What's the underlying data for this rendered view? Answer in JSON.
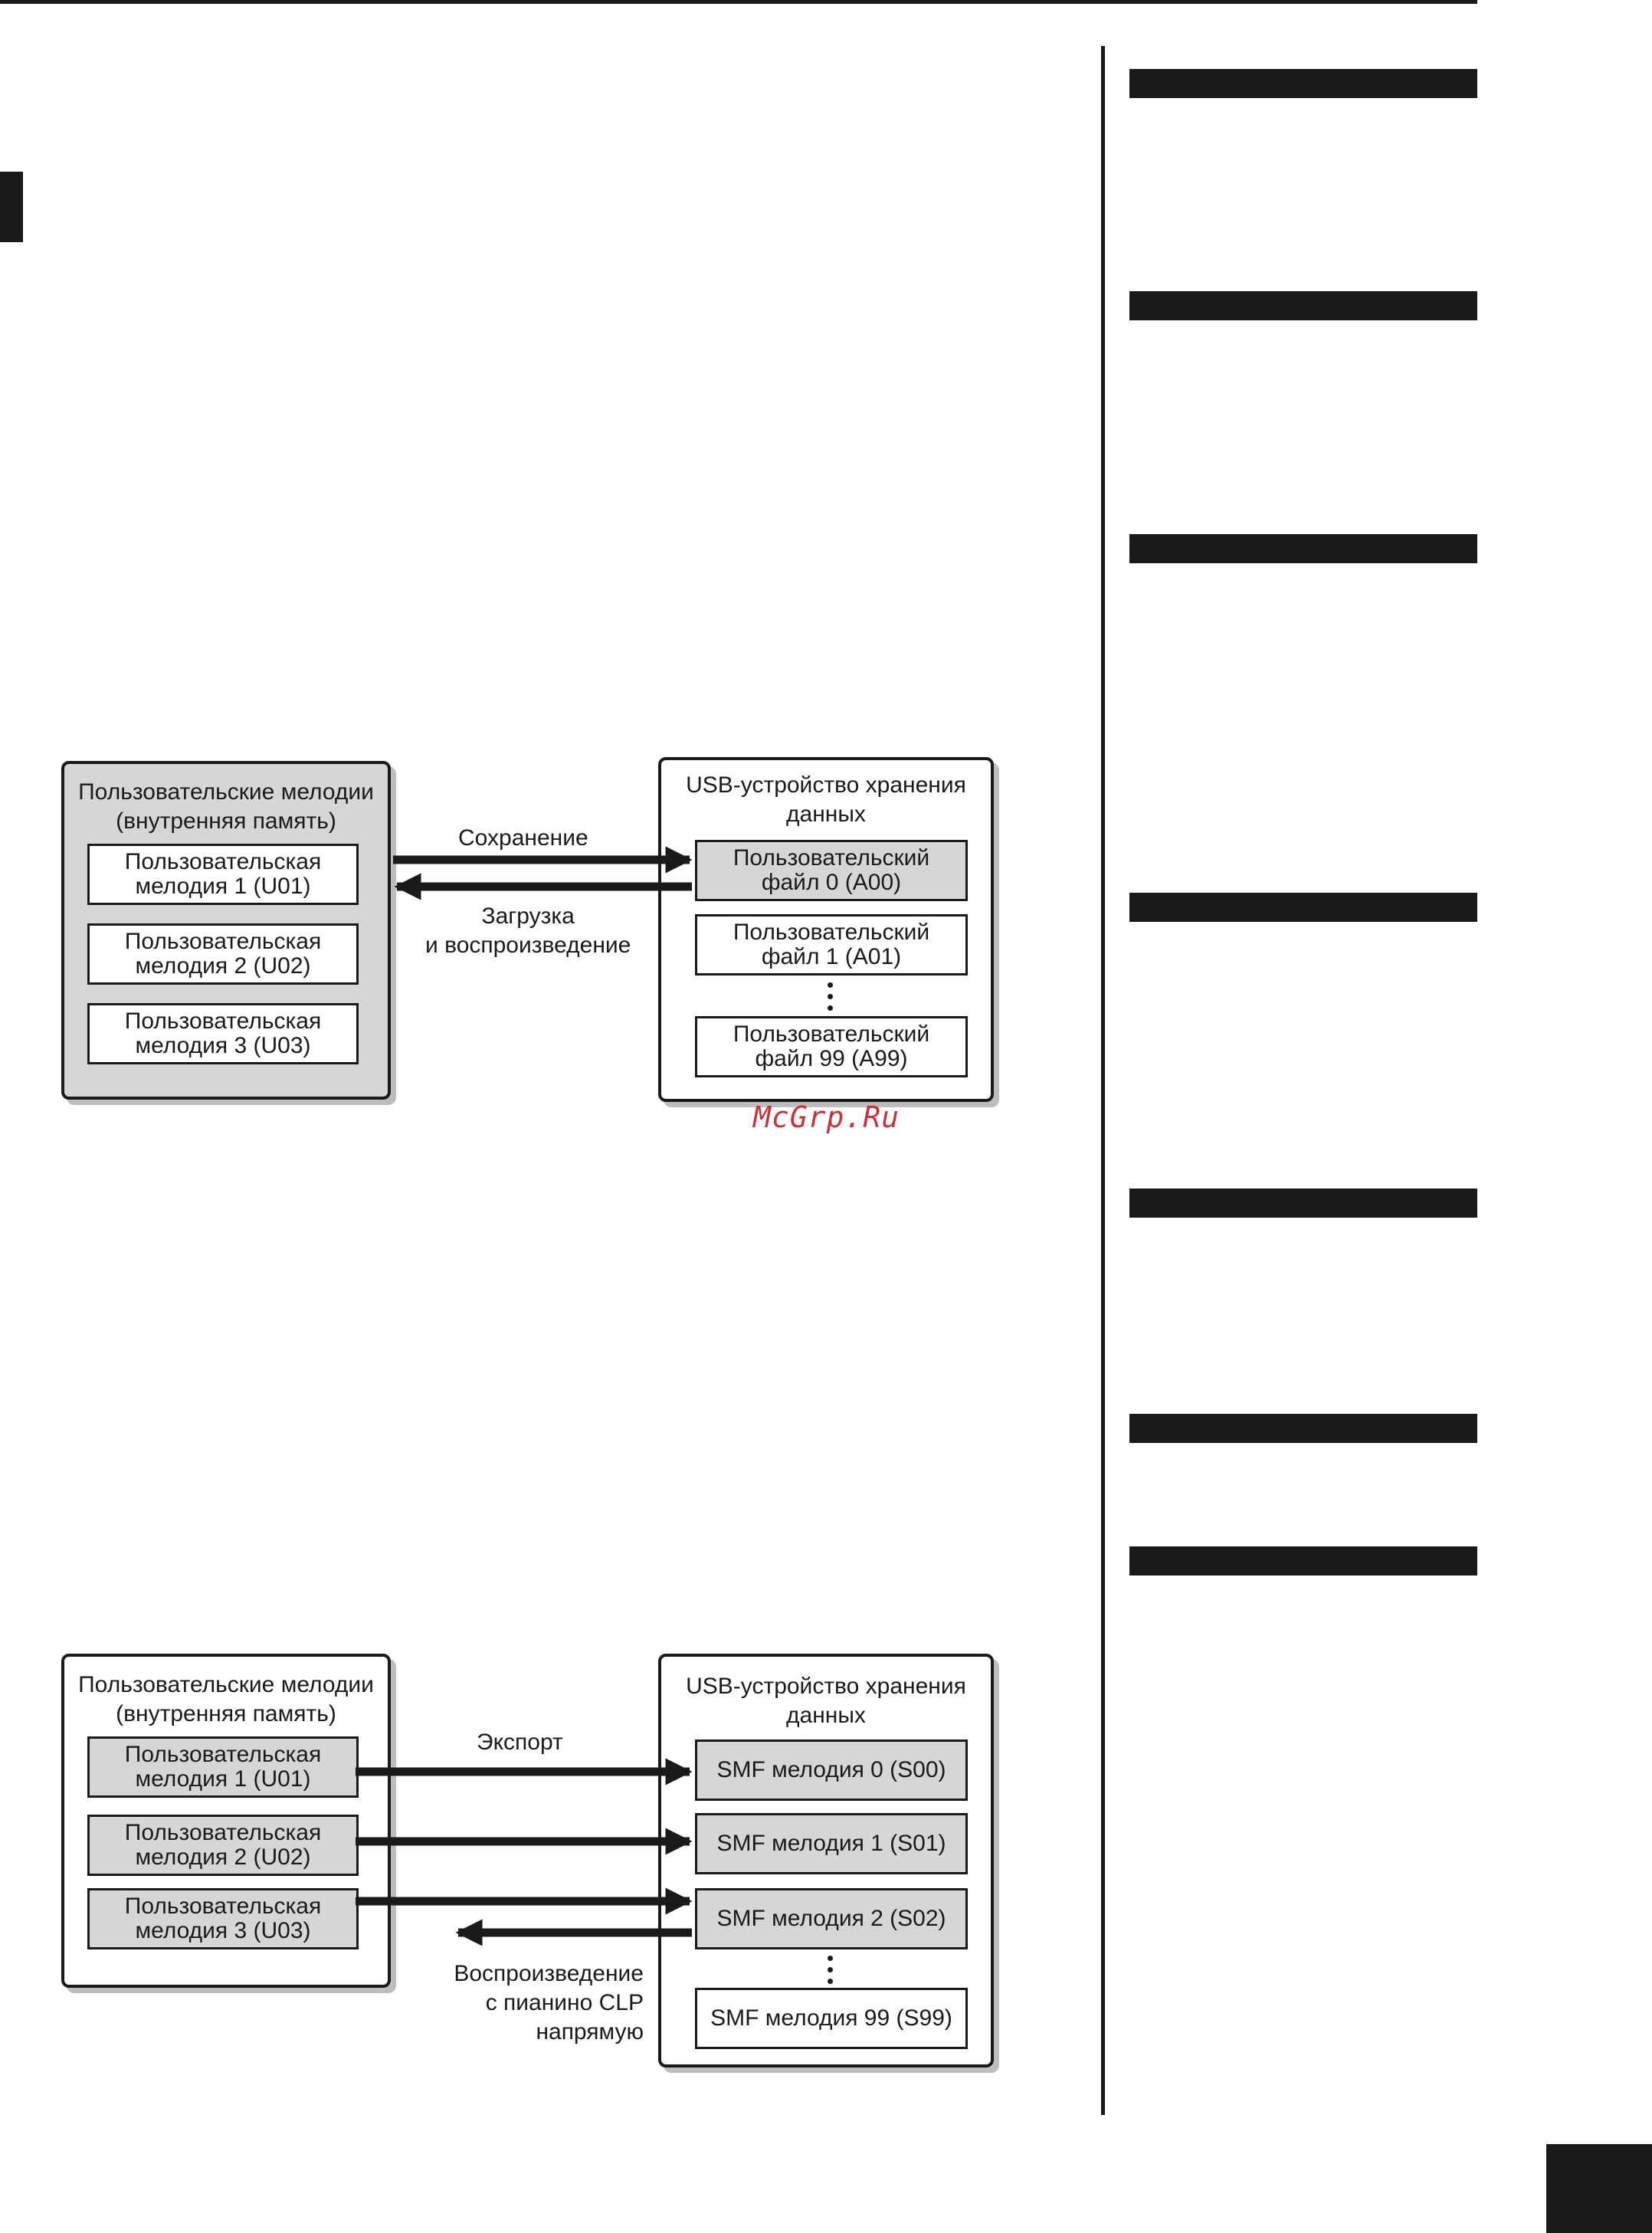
{
  "diagram1": {
    "left_title": "Пользовательские мелодии\n(внутренняя память)",
    "left_items": [
      "Пользовательская\nмелодия 1 (U01)",
      "Пользовательская\nмелодия 2 (U02)",
      "Пользовательская\nмелодия 3 (U03)"
    ],
    "right_title": "USB-устройство хранения\nданных",
    "right_items": [
      "Пользовательский\nфайл 0 (A00)",
      "Пользовательский\nфайл 1 (A01)",
      "Пользовательский\nфайл 99 (A99)"
    ],
    "save_label": "Сохранение",
    "load_label": "Загрузка\nи воспроизведение"
  },
  "watermark": "McGrp.Ru",
  "diagram2": {
    "left_title": "Пользовательские мелодии\n(внутренняя память)",
    "left_items": [
      "Пользовательская\nмелодия 1 (U01)",
      "Пользовательская\nмелодия 2 (U02)",
      "Пользовательская\nмелодия 3 (U03)"
    ],
    "right_title": "USB-устройство хранения\nданных",
    "right_items": [
      "SMF мелодия 0 (S00)",
      "SMF мелодия 1 (S01)",
      "SMF мелодия 2 (S02)",
      "SMF мелодия 99 (S99)"
    ],
    "export_label": "Экспорт",
    "play_label": "Воспроизведение\nс пианино CLP\nнапрямую"
  }
}
